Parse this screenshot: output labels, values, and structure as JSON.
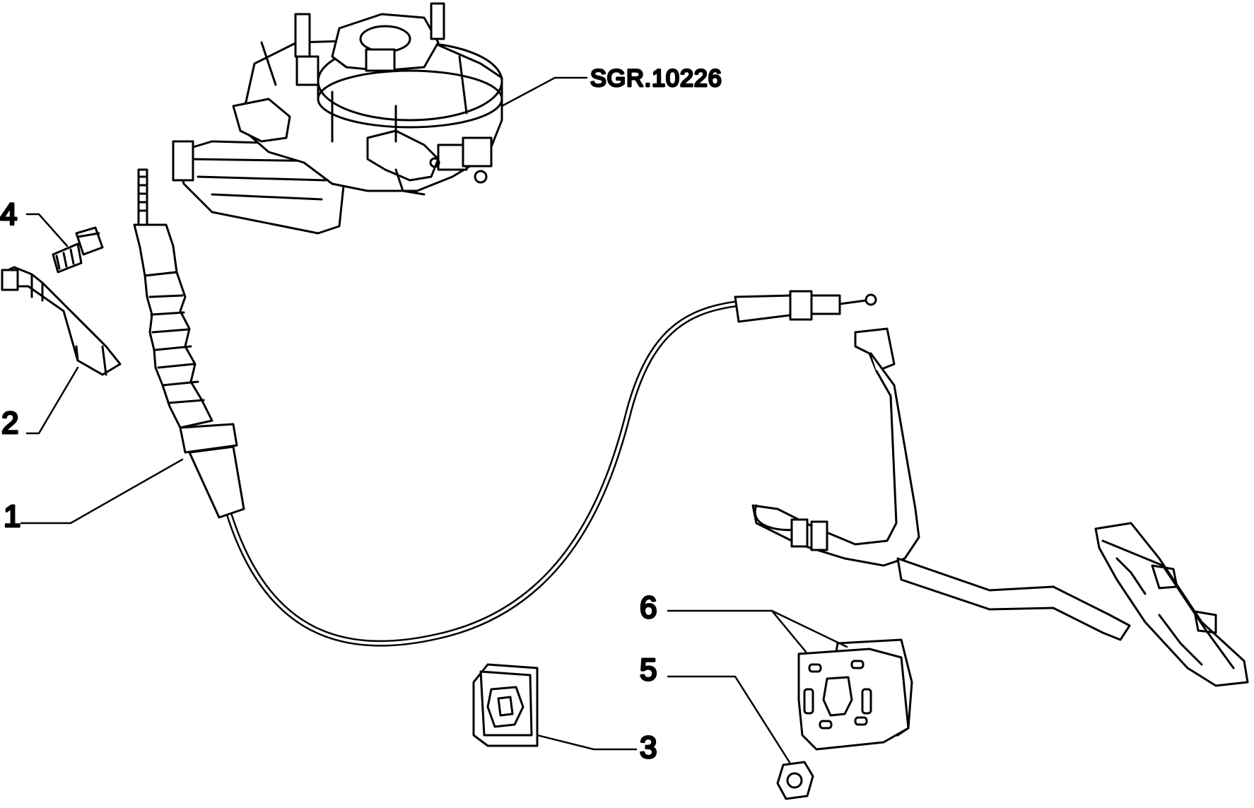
{
  "diagram": {
    "reference": "SGR.10226",
    "callouts": [
      {
        "id": "1",
        "label": "1"
      },
      {
        "id": "2",
        "label": "2"
      },
      {
        "id": "3",
        "label": "3"
      },
      {
        "id": "4",
        "label": "4"
      },
      {
        "id": "5",
        "label": "5"
      },
      {
        "id": "6",
        "label": "6"
      }
    ],
    "parts": [
      {
        "callout": "1",
        "icon": "accelerator-cable-icon"
      },
      {
        "callout": "2",
        "icon": "bracket-icon"
      },
      {
        "callout": "3",
        "icon": "grommet-icon"
      },
      {
        "callout": "4",
        "icon": "bolt-icon"
      },
      {
        "callout": "5",
        "icon": "nut-icon"
      },
      {
        "callout": "6",
        "icon": "pedal-pad-icon"
      },
      {
        "callout": "SGR.10226",
        "icon": "carburetor-icon"
      },
      {
        "callout": "",
        "icon": "accelerator-pedal-icon"
      },
      {
        "callout": "",
        "icon": "pedal-cover-icon"
      }
    ]
  }
}
